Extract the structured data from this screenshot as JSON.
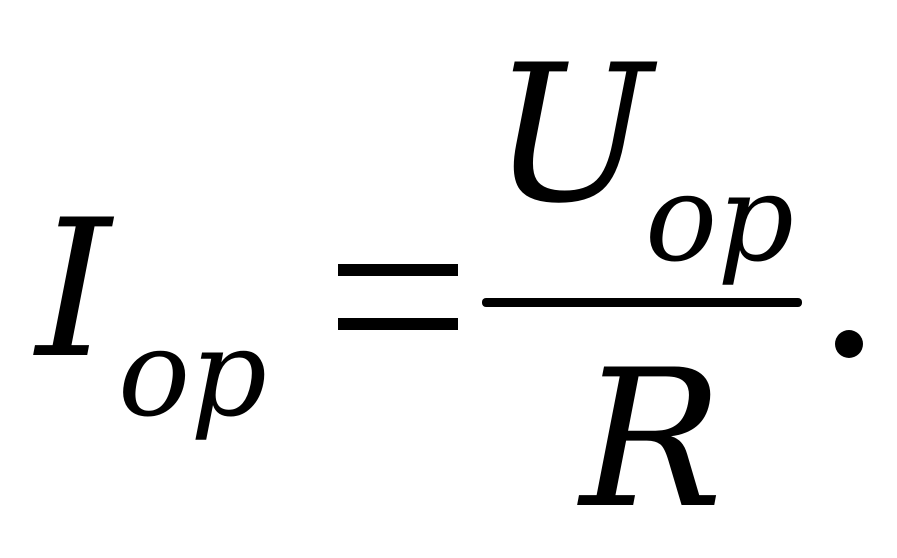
{
  "formula": {
    "lhs": {
      "variable": "I",
      "subscript": "op"
    },
    "operator": "=",
    "rhs": {
      "numerator": {
        "variable": "U",
        "subscript": "op"
      },
      "denominator": {
        "variable": "R"
      }
    },
    "terminator": "."
  }
}
